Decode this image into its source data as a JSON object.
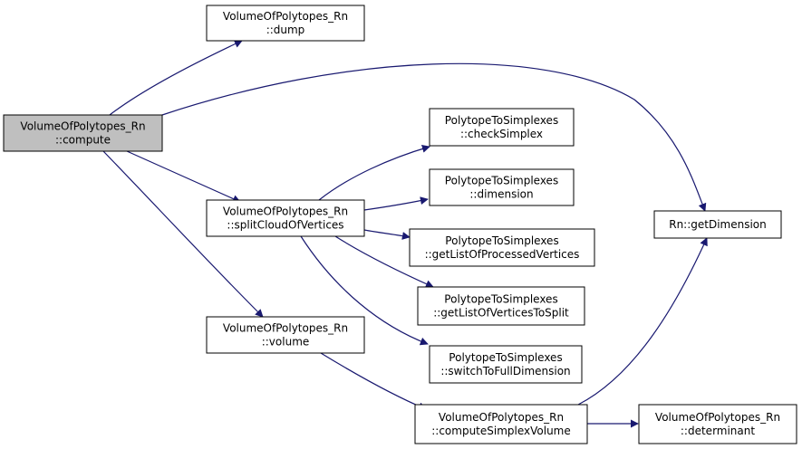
{
  "diagram": {
    "colors": {
      "edge": "#191970",
      "node_fill": "#ffffff",
      "node_highlight_fill": "#bfbfbf",
      "node_border": "#000000"
    },
    "nodes": [
      {
        "id": "compute",
        "lines": [
          "VolumeOfPolytopes_Rn",
          "::compute"
        ],
        "highlight": true
      },
      {
        "id": "dump",
        "lines": [
          "VolumeOfPolytopes_Rn",
          "::dump"
        ]
      },
      {
        "id": "splitCloud",
        "lines": [
          "VolumeOfPolytopes_Rn",
          "::splitCloudOfVertices"
        ]
      },
      {
        "id": "volume",
        "lines": [
          "VolumeOfPolytopes_Rn",
          "::volume"
        ]
      },
      {
        "id": "checkSimplex",
        "lines": [
          "PolytopeToSimplexes",
          "::checkSimplex"
        ]
      },
      {
        "id": "dimension",
        "lines": [
          "PolytopeToSimplexes",
          "::dimension"
        ]
      },
      {
        "id": "getProcessed",
        "lines": [
          "PolytopeToSimplexes",
          "::getListOfProcessedVertices"
        ]
      },
      {
        "id": "getToSplit",
        "lines": [
          "PolytopeToSimplexes",
          "::getListOfVerticesToSplit"
        ]
      },
      {
        "id": "switchFull",
        "lines": [
          "PolytopeToSimplexes",
          "::switchToFullDimension"
        ]
      },
      {
        "id": "computeSimplexVolume",
        "lines": [
          "VolumeOfPolytopes_Rn",
          "::computeSimplexVolume"
        ]
      },
      {
        "id": "getDimension",
        "lines": [
          "Rn::getDimension"
        ]
      },
      {
        "id": "determinant",
        "lines": [
          "VolumeOfPolytopes_Rn",
          "::determinant"
        ]
      }
    ],
    "edges": [
      {
        "from": "compute",
        "to": "dump"
      },
      {
        "from": "compute",
        "to": "getDimension"
      },
      {
        "from": "compute",
        "to": "splitCloud"
      },
      {
        "from": "compute",
        "to": "volume"
      },
      {
        "from": "splitCloud",
        "to": "checkSimplex"
      },
      {
        "from": "splitCloud",
        "to": "dimension"
      },
      {
        "from": "splitCloud",
        "to": "getProcessed"
      },
      {
        "from": "splitCloud",
        "to": "getToSplit"
      },
      {
        "from": "splitCloud",
        "to": "switchFull"
      },
      {
        "from": "volume",
        "to": "computeSimplexVolume"
      },
      {
        "from": "computeSimplexVolume",
        "to": "getDimension"
      },
      {
        "from": "computeSimplexVolume",
        "to": "determinant"
      }
    ]
  }
}
